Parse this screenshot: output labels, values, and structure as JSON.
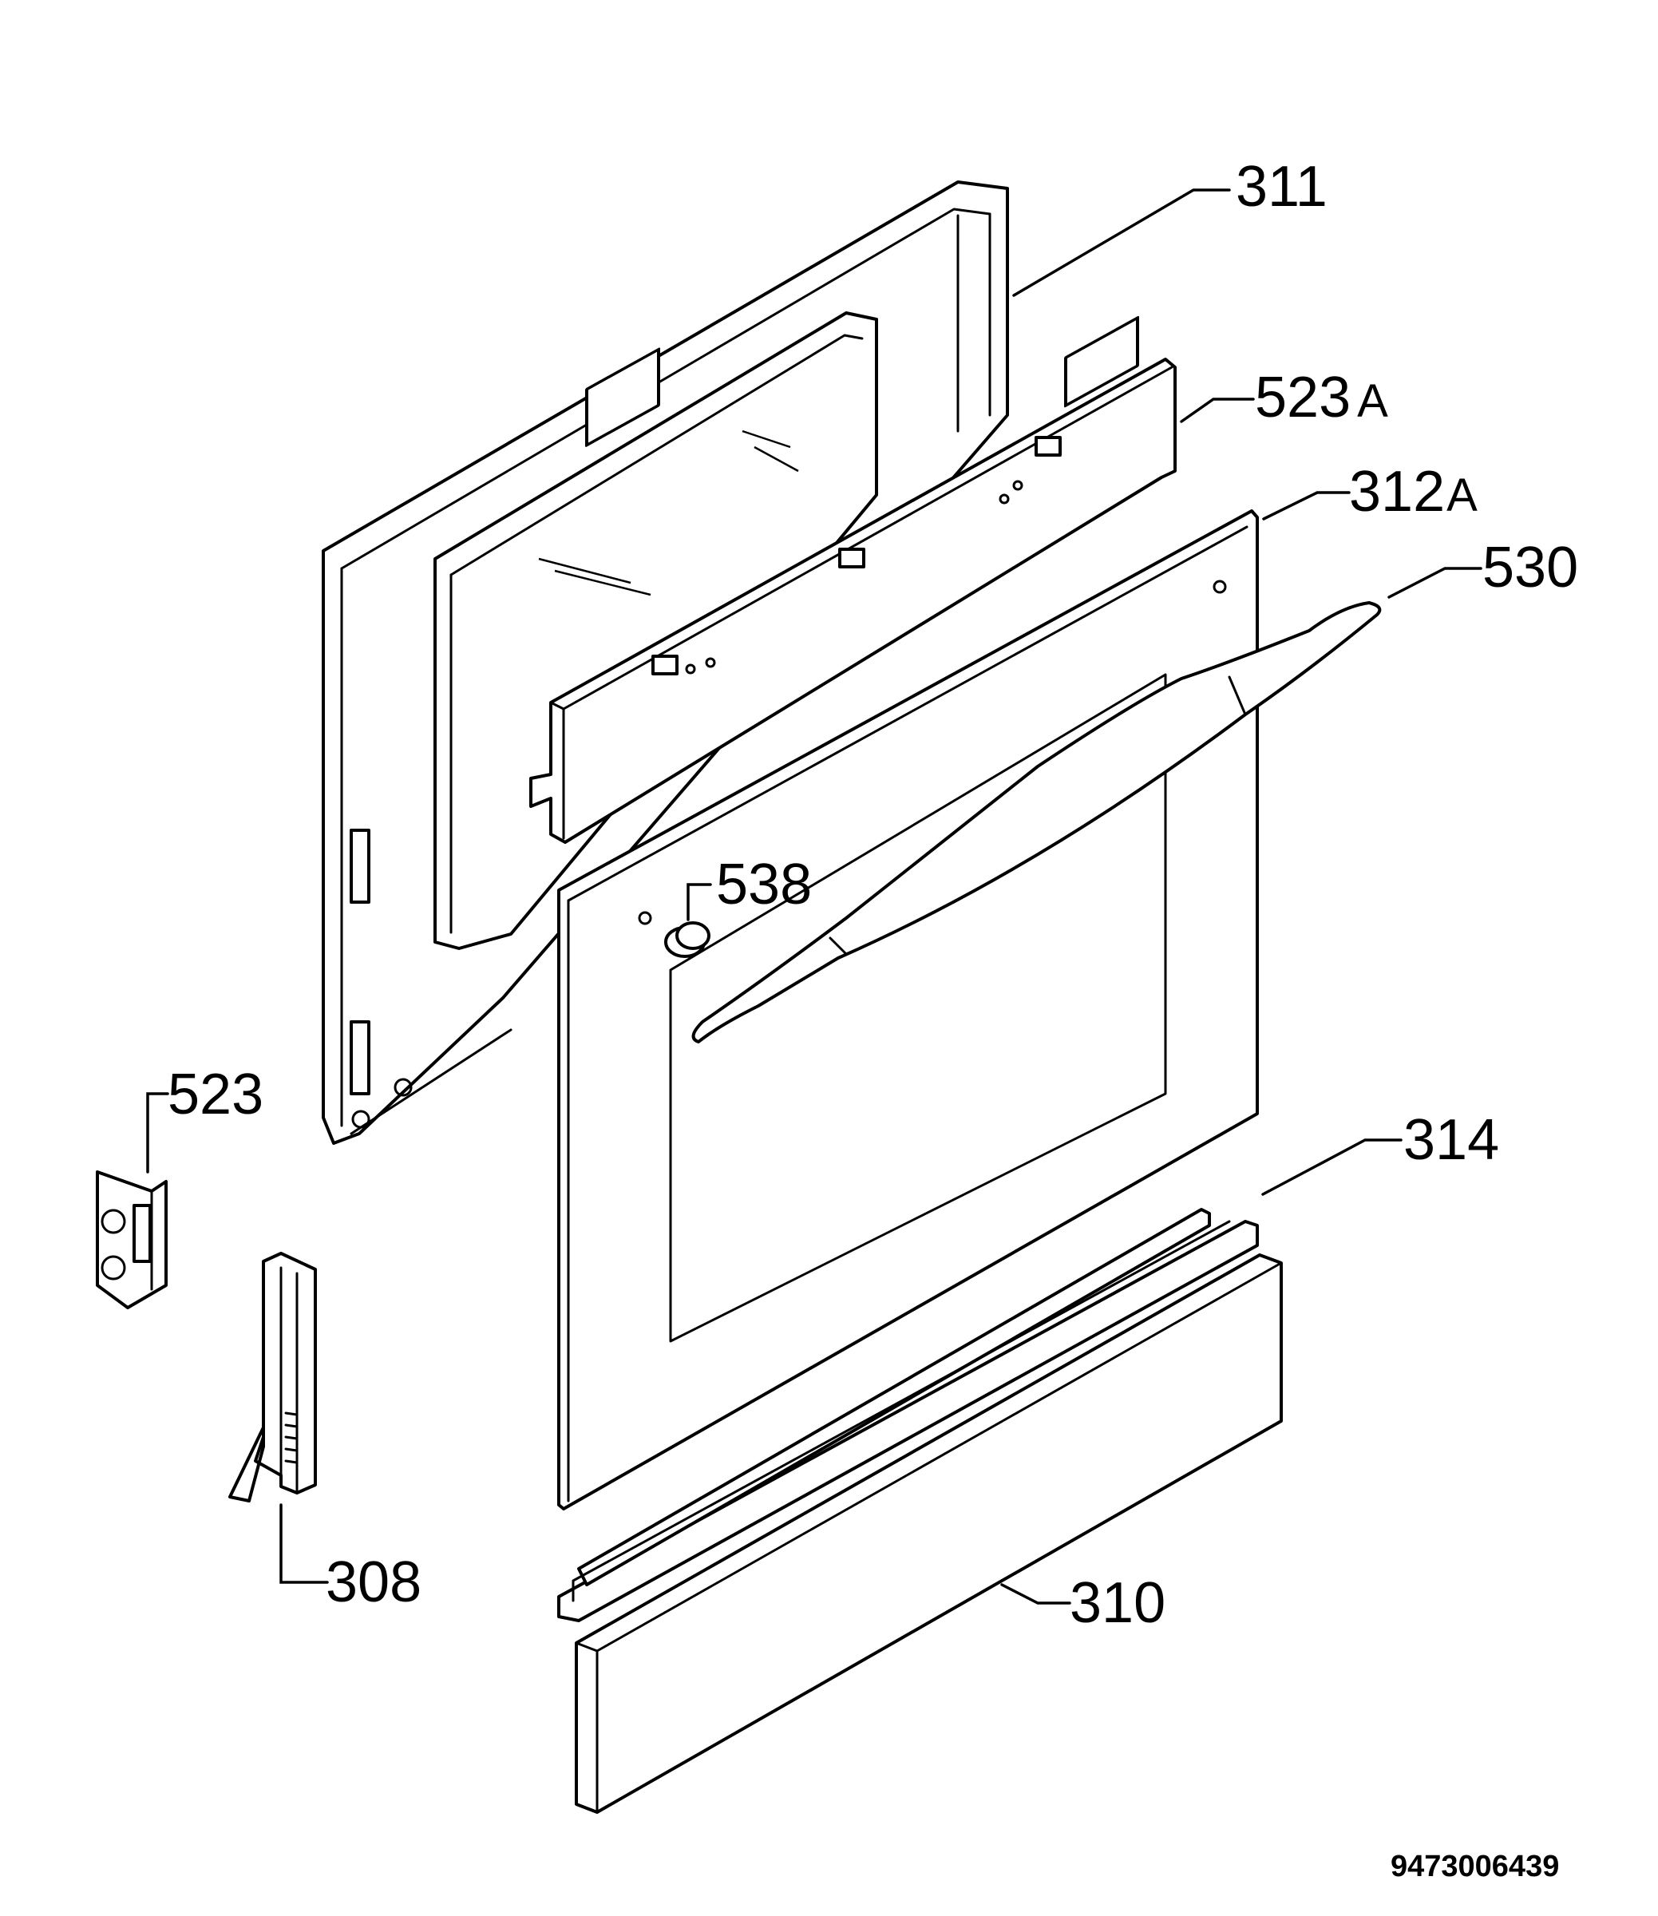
{
  "callouts": {
    "c311": {
      "number": "311",
      "suffix": ""
    },
    "c523a": {
      "number": "523",
      "suffix": "A"
    },
    "c312a": {
      "number": "312",
      "suffix": "A"
    },
    "c530": {
      "number": "530",
      "suffix": ""
    },
    "c538": {
      "number": "538",
      "suffix": ""
    },
    "c523": {
      "number": "523",
      "suffix": ""
    },
    "c314": {
      "number": "314",
      "suffix": ""
    },
    "c308": {
      "number": "308",
      "suffix": ""
    },
    "c310": {
      "number": "310",
      "suffix": ""
    }
  },
  "document_number": "9473006439"
}
